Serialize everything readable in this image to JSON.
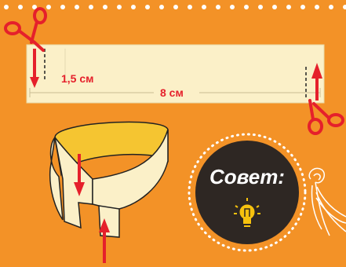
{
  "diagram": {
    "label_height": "1,5 см",
    "label_width": "8 см"
  },
  "tip": {
    "title": "Совет:",
    "icon": "lightbulb-icon"
  },
  "colors": {
    "background": "#F39227",
    "dots": "#FFFFFF",
    "paper": "#FBF0C8",
    "paper_inner": "#F5C531",
    "accent": "#E5202B",
    "tip_circle": "#2E2723",
    "bulb": "#F6C20E"
  }
}
